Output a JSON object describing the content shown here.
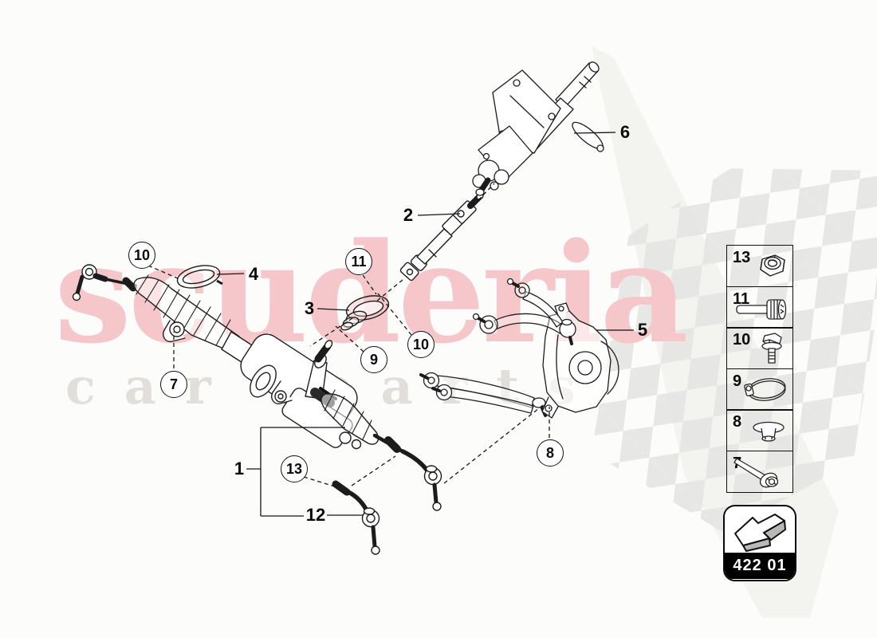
{
  "page": {
    "background_color": "#fcfcfa"
  },
  "watermark": {
    "brand": "scuderia",
    "tagline": "car parts",
    "brand_color": "#f5c6ca",
    "tagline_color": "#e0dfdc"
  },
  "diagram": {
    "description": "steering rack exploded parts diagram",
    "callouts": [
      {
        "label": "10"
      },
      {
        "label": "11"
      },
      {
        "label": "10"
      },
      {
        "label": "9"
      },
      {
        "label": "7"
      },
      {
        "label": "8"
      },
      {
        "label": "13"
      }
    ],
    "labels": [
      {
        "label": "4"
      },
      {
        "label": "3"
      },
      {
        "label": "2"
      },
      {
        "label": "6"
      },
      {
        "label": "5"
      },
      {
        "label": "1"
      },
      {
        "label": "12"
      }
    ]
  },
  "legend": {
    "items": [
      {
        "number": "13",
        "icon": "hex-nut-icon"
      },
      {
        "number": "11",
        "icon": "socket-head-bolt-icon"
      },
      {
        "number": "10",
        "icon": "hex-flange-bolt-icon"
      },
      {
        "number": "9",
        "icon": "hose-clamp-icon"
      },
      {
        "number": "8",
        "icon": "flange-lock-nut-icon"
      },
      {
        "number": "7",
        "icon": "flange-bolt-long-icon"
      }
    ]
  },
  "section_box": {
    "code": "422 01"
  }
}
